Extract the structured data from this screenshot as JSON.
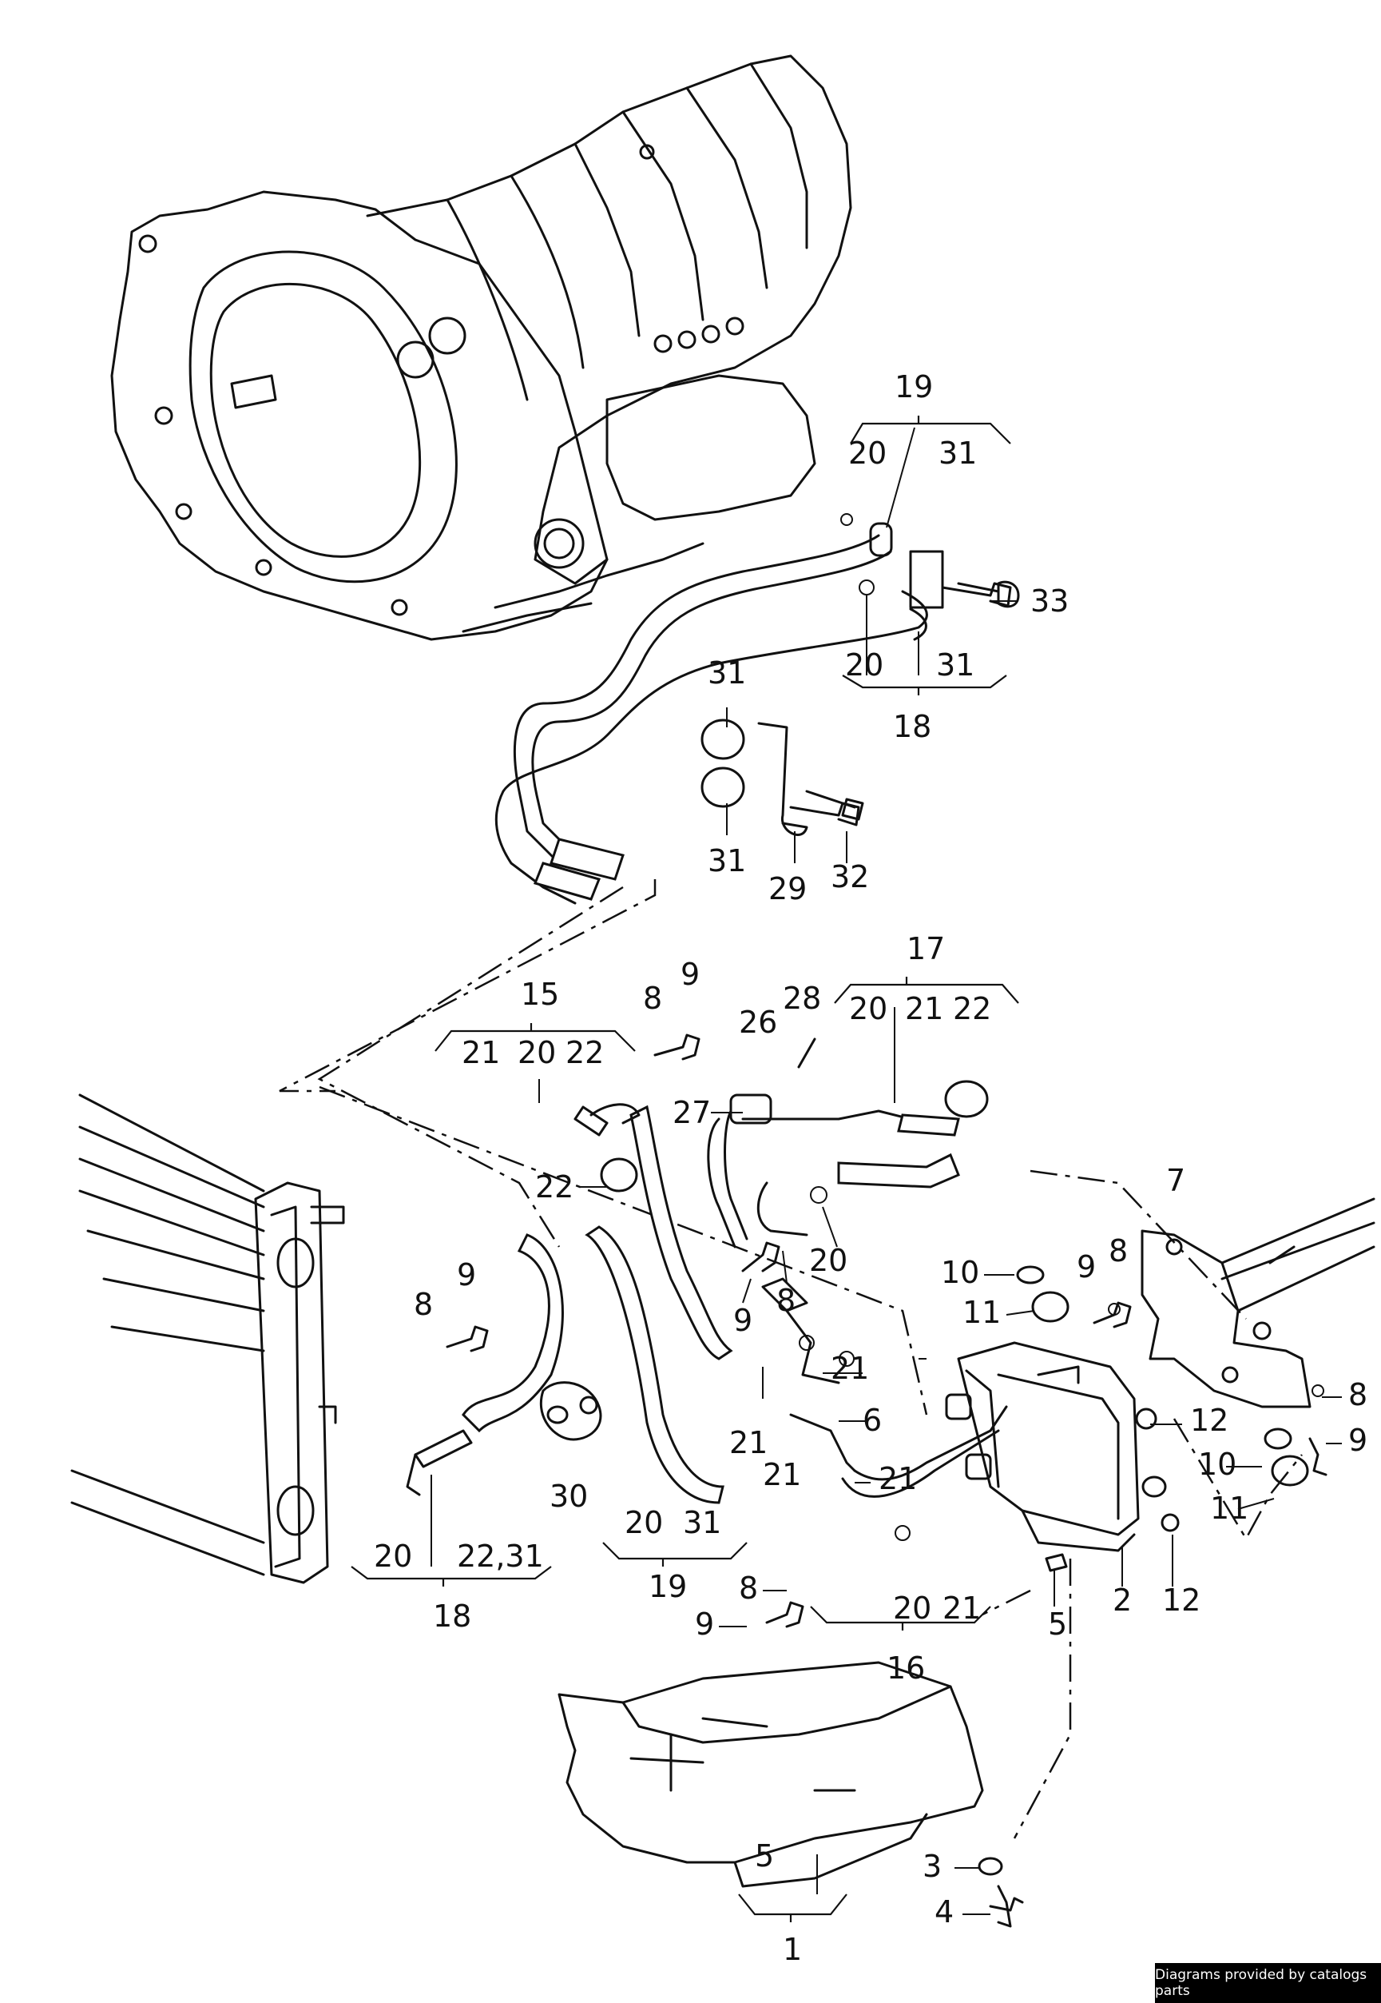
{
  "labels": {
    "l19a": "19",
    "l20a": "20",
    "l31a": "31",
    "l33": "33",
    "l20b": "20",
    "l31b": "31",
    "l18a": "18",
    "l31c": "31",
    "l31d": "31",
    "l32": "32",
    "l29": "29",
    "l17": "17",
    "l20c": "20",
    "l21a": "21",
    "l22a": "22",
    "l15": "15",
    "l21b": "21",
    "l20d": "20",
    "l22b": "22",
    "l8a": "8",
    "l9a": "9",
    "l26": "26",
    "l28": "28",
    "l27": "27",
    "l22c": "22",
    "l20e": "20",
    "l8b": "8",
    "l9b": "9",
    "l7": "7",
    "l10a": "10",
    "l11a": "11",
    "l9c": "9",
    "l8c": "8",
    "l8d": "8",
    "l9d": "9",
    "l21c": "21",
    "l6": "6",
    "l21d": "21",
    "l12a": "12",
    "l8e": "8",
    "l9e": "9",
    "l10b": "10",
    "l11b": "11",
    "l30": "30",
    "l21e": "21",
    "l21f": "21",
    "l20f": "20",
    "l31e": "31",
    "l19b": "19",
    "l20g": "20",
    "l2231": "22,31",
    "l18b": "18",
    "l8f": "8",
    "l9f": "9",
    "l20h": "20",
    "l21g": "21",
    "l16": "16",
    "l5a": "5",
    "l2": "2",
    "l12b": "12",
    "l3": "3",
    "l4": "4",
    "l5b": "5",
    "l1": "1"
  },
  "footer": {
    "credit": "Diagrams provided by catalogs parts"
  }
}
